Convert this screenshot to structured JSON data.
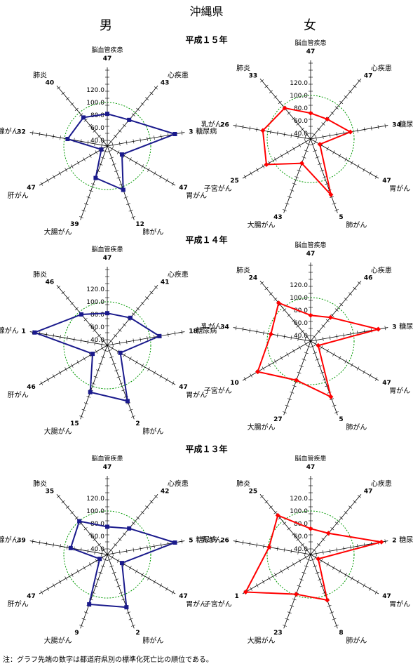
{
  "title": "沖縄県",
  "sex_labels": {
    "male": "男",
    "female": "女"
  },
  "years": [
    "平成１５年",
    "平成１４年",
    "平成１３年"
  ],
  "note": "注：グラフ先端の数字は都道府県別の標準化死亡比の順位である。",
  "colors": {
    "male": "#1a1a8c",
    "female": "#ff0000",
    "reference": "#009900",
    "axis": "#000000"
  },
  "chart_data": [
    {
      "type": "radar",
      "year": "平成１５年",
      "sex": "男",
      "scale_ticks": [
        "120.0",
        "100.0",
        "80.0",
        "60.0",
        "40.0"
      ],
      "axes": [
        {
          "label": "脳血管疾患",
          "rank": "47",
          "value": 82
        },
        {
          "label": "心疾患",
          "rank": "43",
          "value": 85
        },
        {
          "label": "糖尿病",
          "rank": "3",
          "value": 140
        },
        {
          "label": "胃がん",
          "rank": "47",
          "value": 58
        },
        {
          "label": "肺がん",
          "rank": "12",
          "value": 105
        },
        {
          "label": "大腸がん",
          "rank": "39",
          "value": 85
        },
        {
          "label": "肝がん",
          "rank": "47",
          "value": 42
        },
        {
          "label": "前立腺がん",
          "rank": "32",
          "value": 95
        },
        {
          "label": "肺炎",
          "rank": "40",
          "value": 90
        }
      ]
    },
    {
      "type": "radar",
      "year": "平成１５年",
      "sex": "女",
      "scale_ticks": [
        "120.0",
        "100.0",
        "80.0",
        "60.0",
        "40.0"
      ],
      "axes": [
        {
          "label": "脳血管疾患",
          "rank": "47",
          "value": 72
        },
        {
          "label": "心疾患",
          "rank": "47",
          "value": 72
        },
        {
          "label": "糖尿病",
          "rank": "34",
          "value": 95
        },
        {
          "label": "胃がん",
          "rank": "47",
          "value": 48
        },
        {
          "label": "肺がん",
          "rank": "5",
          "value": 125
        },
        {
          "label": "大腸がん",
          "rank": "43",
          "value": 72
        },
        {
          "label": "子宮がん",
          "rank": "25",
          "value": 112
        },
        {
          "label": "乳がん",
          "rank": "26",
          "value": 108
        },
        {
          "label": "肺炎",
          "rank": "33",
          "value": 95
        }
      ]
    },
    {
      "type": "radar",
      "year": "平成１４年",
      "sex": "男",
      "scale_ticks": [
        "120.0",
        "100.0",
        "80.0",
        "60.0",
        "40.0"
      ],
      "axes": [
        {
          "label": "脳血管疾患",
          "rank": "47",
          "value": 82
        },
        {
          "label": "心疾患",
          "rank": "41",
          "value": 88
        },
        {
          "label": "糖尿病",
          "rank": "18",
          "value": 115
        },
        {
          "label": "胃がん",
          "rank": "47",
          "value": 55
        },
        {
          "label": "肺がん",
          "rank": "2",
          "value": 125
        },
        {
          "label": "大腸がん",
          "rank": "15",
          "value": 110
        },
        {
          "label": "肝がん",
          "rank": "46",
          "value": 58
        },
        {
          "label": "前立腺がん",
          "rank": "1",
          "value": 148
        },
        {
          "label": "肺炎",
          "rank": "46",
          "value": 95
        }
      ]
    },
    {
      "type": "radar",
      "year": "平成１４年",
      "sex": "女",
      "scale_ticks": [
        "120.0",
        "100.0",
        "80.0",
        "60.0",
        "40.0"
      ],
      "axes": [
        {
          "label": "脳血管疾患",
          "rank": "47",
          "value": 72
        },
        {
          "label": "心疾患",
          "rank": "46",
          "value": 80
        },
        {
          "label": "糖尿病",
          "rank": "3",
          "value": 140
        },
        {
          "label": "胃がん",
          "rank": "47",
          "value": 45
        },
        {
          "label": "肺がん",
          "rank": "5",
          "value": 125
        },
        {
          "label": "大腸がん",
          "rank": "27",
          "value": 97
        },
        {
          "label": "子宮がん",
          "rank": "10",
          "value": 128
        },
        {
          "label": "乳がん",
          "rank": "34",
          "value": 95
        },
        {
          "label": "肺炎",
          "rank": "24",
          "value": 110
        }
      ]
    },
    {
      "type": "radar",
      "year": "平成１３年",
      "sex": "男",
      "scale_ticks": [
        "120.0",
        "100.0",
        "80.0",
        "60.0",
        "40.0"
      ],
      "axes": [
        {
          "label": "脳血管疾患",
          "rank": "47",
          "value": 75
        },
        {
          "label": "心疾患",
          "rank": "42",
          "value": 85
        },
        {
          "label": "糖尿病",
          "rank": "5",
          "value": 140
        },
        {
          "label": "胃がん",
          "rank": "47",
          "value": 58
        },
        {
          "label": "肺がん",
          "rank": "2",
          "value": 120
        },
        {
          "label": "大腸がん",
          "rank": "9",
          "value": 115
        },
        {
          "label": "肝がん",
          "rank": "47",
          "value": 45
        },
        {
          "label": "前立腺がん",
          "rank": "39",
          "value": 90
        },
        {
          "label": "肺炎",
          "rank": "35",
          "value": 100
        }
      ]
    },
    {
      "type": "radar",
      "year": "平成１３年",
      "sex": "女",
      "scale_ticks": [
        "120.0",
        "100.0",
        "80.0",
        "60.0",
        "40.0"
      ],
      "axes": [
        {
          "label": "脳血管疾患",
          "rank": "47",
          "value": 72
        },
        {
          "label": "心疾患",
          "rank": "47",
          "value": 75
        },
        {
          "label": "糖尿病",
          "rank": "2",
          "value": 145
        },
        {
          "label": "胃がん",
          "rank": "47",
          "value": 45
        },
        {
          "label": "肺がん",
          "rank": "8",
          "value": 108
        },
        {
          "label": "大腸がん",
          "rank": "23",
          "value": 98
        },
        {
          "label": "子宮がん",
          "rank": "1",
          "value": 150
        },
        {
          "label": "乳がん",
          "rank": "26",
          "value": 98
        },
        {
          "label": "肺炎",
          "rank": "25",
          "value": 112
        }
      ]
    }
  ]
}
